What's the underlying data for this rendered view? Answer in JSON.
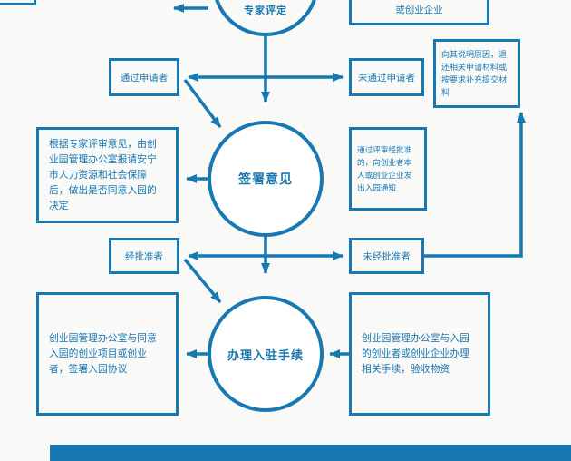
{
  "colors": {
    "primary": "#1878b2",
    "background": "#f9f9f8"
  },
  "nodes": {
    "circle_expert": {
      "label": "专家评定"
    },
    "circle_sign": {
      "label": "签署意见"
    },
    "circle_checkin": {
      "label": "办理入驻手续"
    },
    "box_top_right_partial": {
      "label": "或创业企业"
    },
    "box_pass": {
      "label": "通过申请者"
    },
    "box_fail": {
      "label": "未通过申请者"
    },
    "box_explain": {
      "label": "向其说明原因，退还相关申请材料或按要求补充提交材料"
    },
    "box_decision": {
      "label": "根据专家评审意见，由创业园管理办公室报请安宁市人力资源和社会保障后，做出是否同意入园的决定"
    },
    "box_notice": {
      "label": "通过评审经批准的，向创业者本人或创业企业发出入园通知"
    },
    "box_approved": {
      "label": "经批准者"
    },
    "box_not_approved": {
      "label": "未经批准者"
    },
    "box_agreement": {
      "label": "创业园管理办公室与同意入园的创业项目或创业者，签署入园协议"
    },
    "box_procedures": {
      "label": "创业园管理办公室与入园的创业者或创业企业办理相关手续，验收物资"
    }
  }
}
